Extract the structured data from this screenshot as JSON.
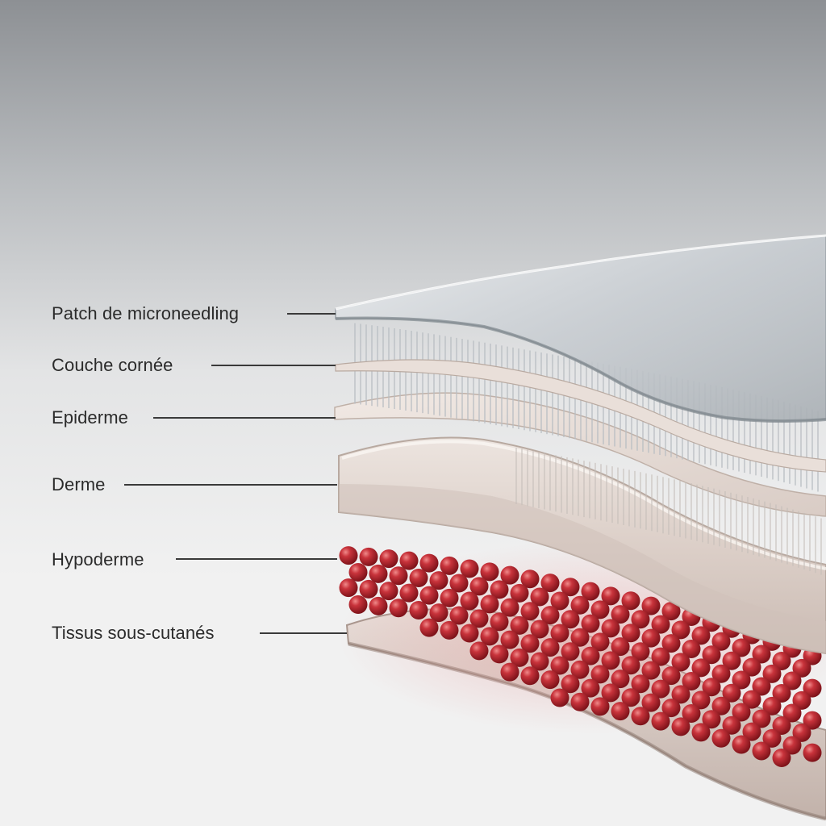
{
  "diagram": {
    "layers": [
      {
        "id": "patch",
        "label": "Patch de microneedling"
      },
      {
        "id": "stratum",
        "label": "Couche cornée"
      },
      {
        "id": "epidermis",
        "label": "Epiderme"
      },
      {
        "id": "dermis",
        "label": "Derme"
      },
      {
        "id": "hypodermis",
        "label": "Hypoderme"
      },
      {
        "id": "subcutaneous",
        "label": "Tissus sous-cutanés"
      }
    ],
    "colors": {
      "background": "#f1f1f1",
      "sky_top": "#8d9094",
      "patch": "#c9ced2",
      "skin": "#e6dcd6",
      "dermis": "#ddd2cb",
      "cells": "#b3262e",
      "base": "#d8c9c2"
    }
  }
}
